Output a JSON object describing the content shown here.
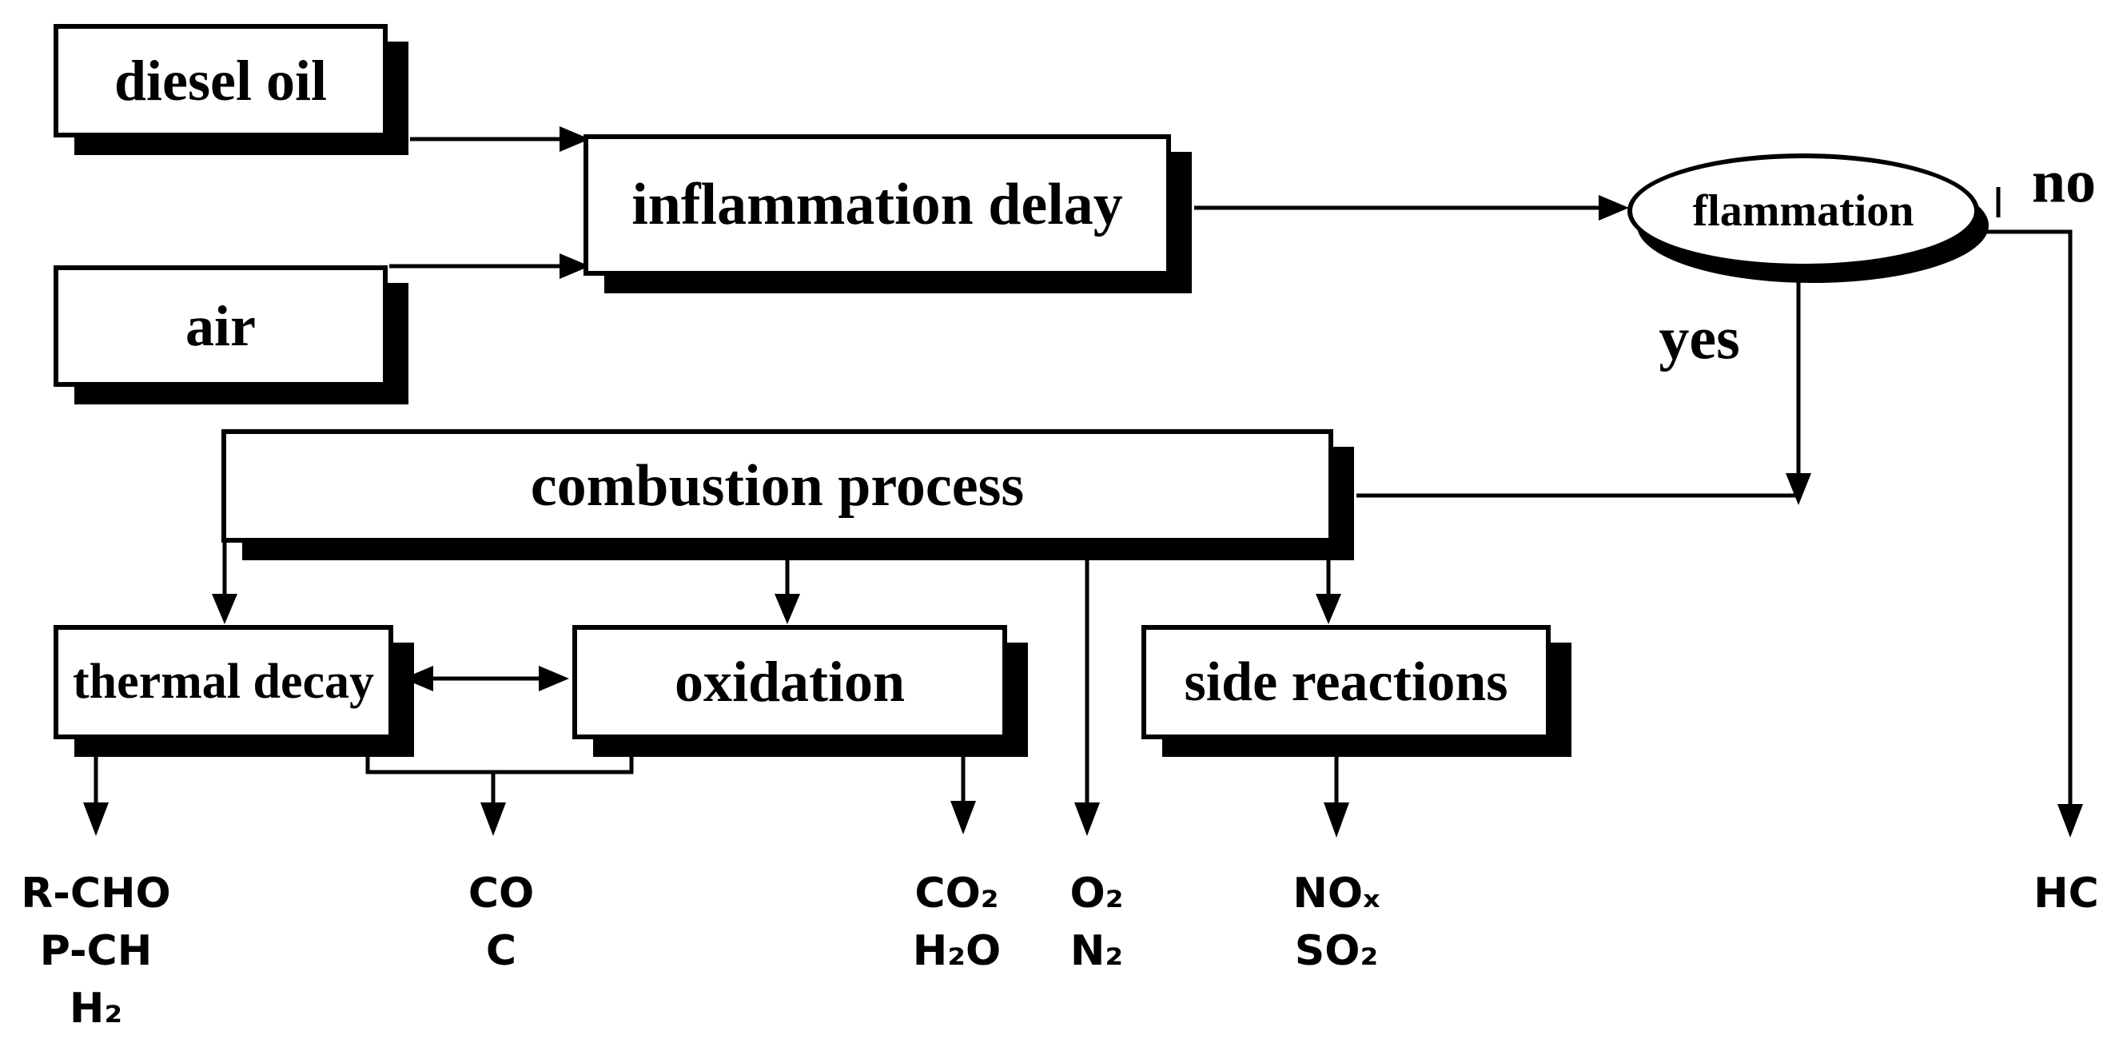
{
  "colors": {
    "ink": "#000000",
    "paper": "#ffffff"
  },
  "nodes": {
    "diesel_oil": {
      "label": "diesel oil"
    },
    "air": {
      "label": "air"
    },
    "inflammation_delay": {
      "label": "inflammation delay"
    },
    "flammation": {
      "label": "flammation"
    },
    "combustion_process": {
      "label": "combustion process"
    },
    "thermal_decay": {
      "label": "thermal decay"
    },
    "oxidation": {
      "label": "oxidation"
    },
    "side_reactions": {
      "label": "side reactions"
    }
  },
  "branch_labels": {
    "yes": "yes",
    "no": "no"
  },
  "products": {
    "thermal_decay": [
      "R-CHO",
      "P-CH",
      "H₂"
    ],
    "decay_oxidation_shared": [
      "CO",
      "C"
    ],
    "oxidation": [
      "CO₂",
      "H₂O"
    ],
    "combustion_direct": [
      "O₂",
      "N₂"
    ],
    "side_reactions": [
      "NOₓ",
      "SO₂"
    ],
    "no_flammation": [
      "HC"
    ]
  }
}
